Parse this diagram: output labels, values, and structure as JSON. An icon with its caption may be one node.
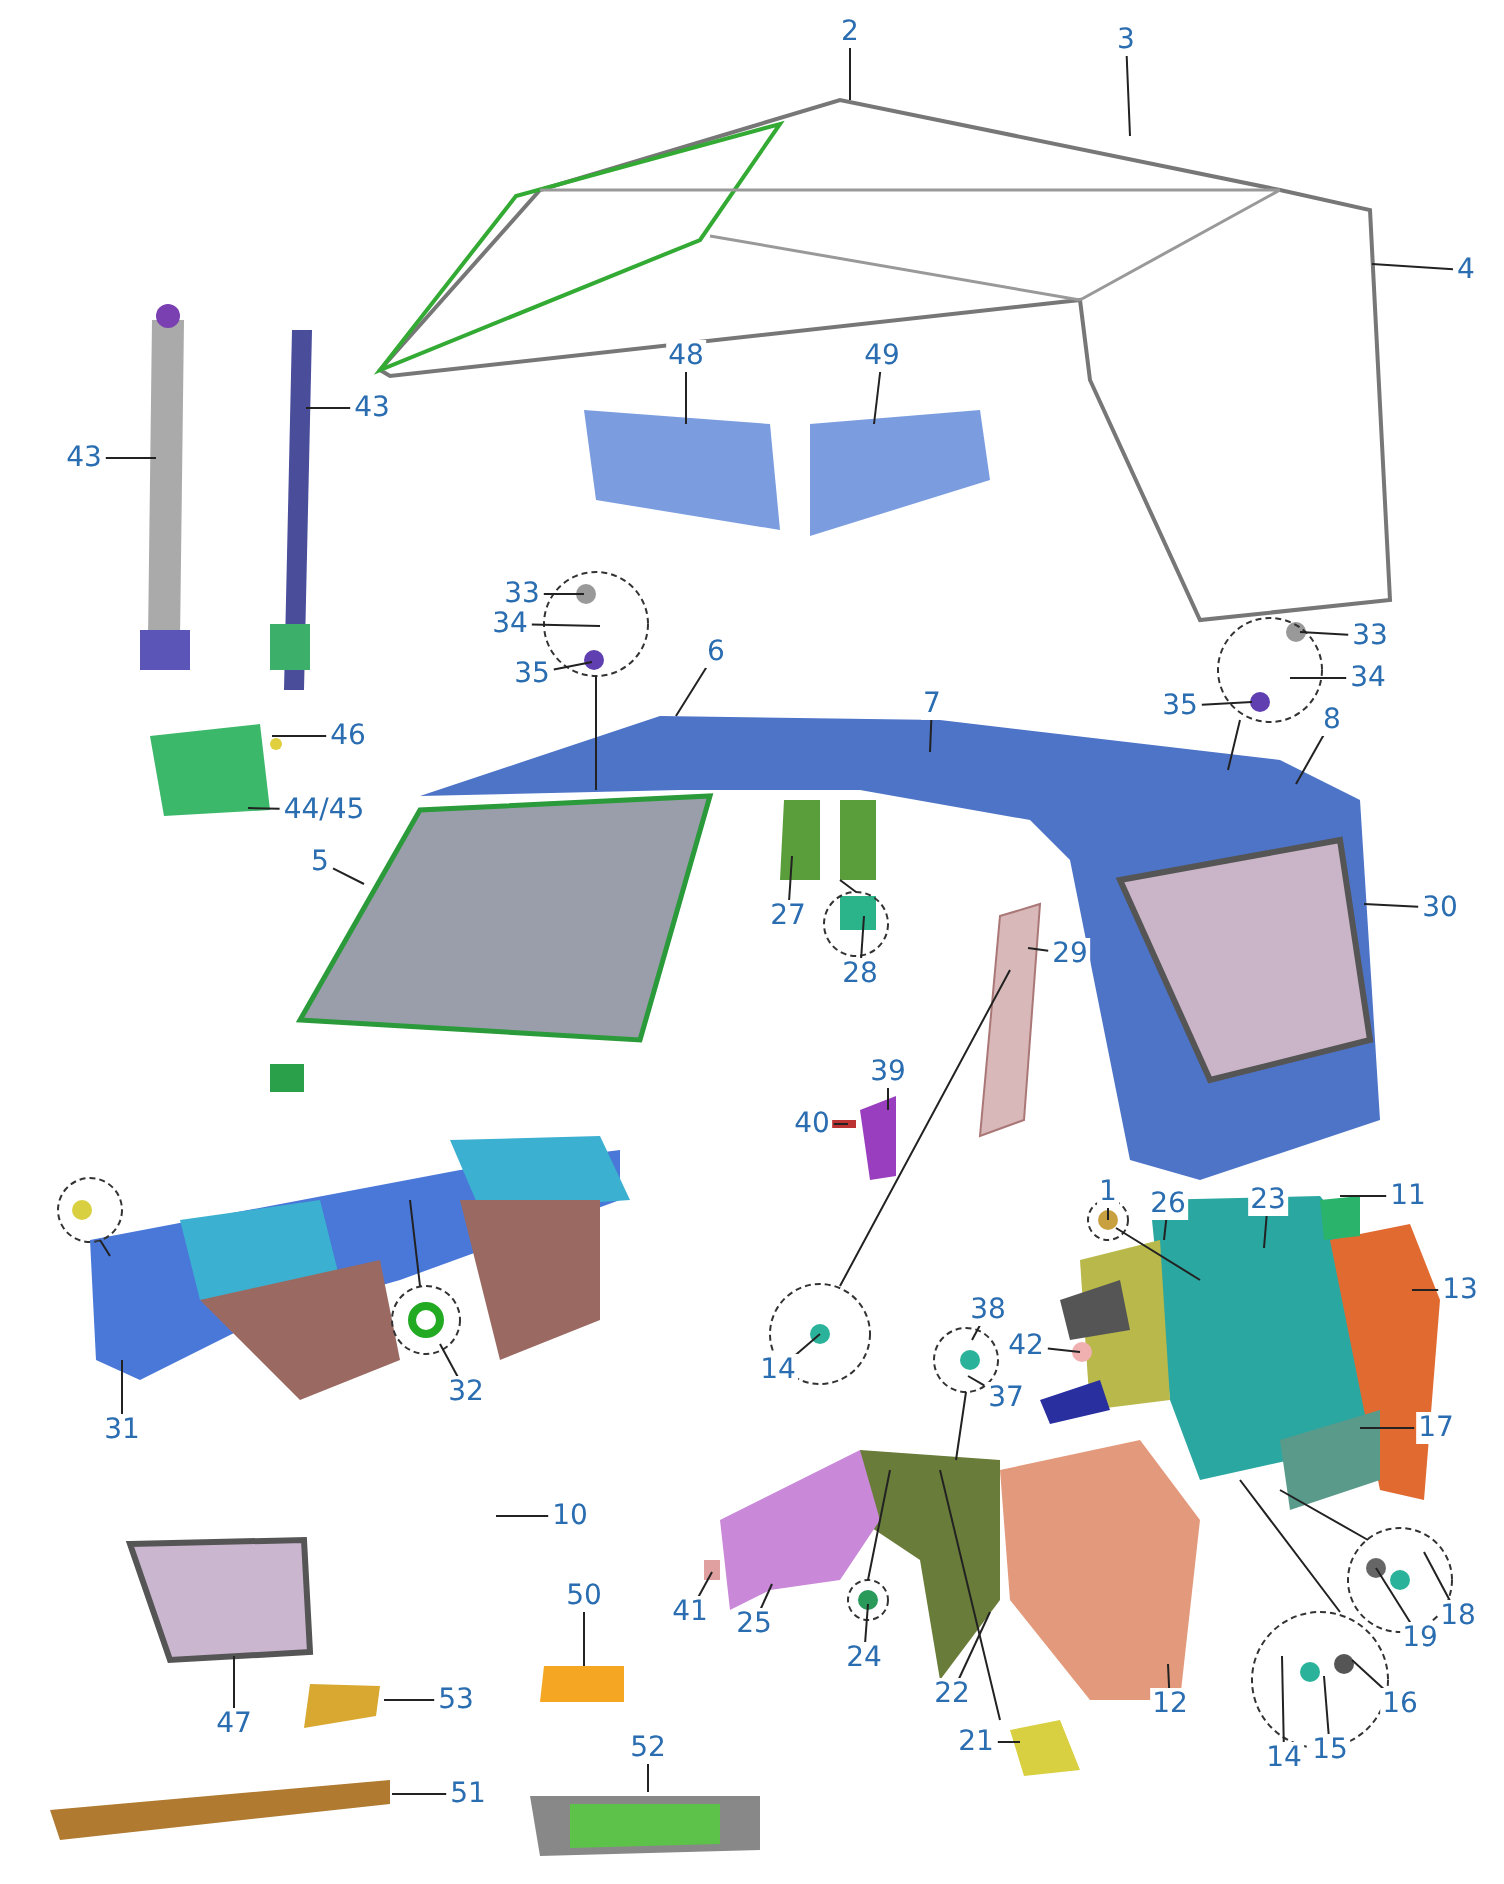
{
  "diagram": {
    "nodes": [
      {
        "text": [
          "2"
        ]
      },
      {
        "text": [
          "3"
        ]
      },
      {
        "text": [
          "4"
        ]
      },
      {
        "text": [
          "48"
        ]
      },
      {
        "text": [
          "49"
        ]
      },
      {
        "text": [
          "43"
        ]
      },
      {
        "text": [
          "43"
        ]
      },
      {
        "text": [
          "33"
        ]
      },
      {
        "text": [
          "34"
        ]
      },
      {
        "text": [
          "35"
        ]
      },
      {
        "text": [
          "6"
        ]
      },
      {
        "text": [
          "7"
        ]
      },
      {
        "text": [
          "33"
        ]
      },
      {
        "text": [
          "34"
        ]
      },
      {
        "text": [
          "35"
        ]
      },
      {
        "text": [
          "8"
        ]
      },
      {
        "text": [
          "46"
        ]
      },
      {
        "text": [
          "44/45"
        ]
      },
      {
        "text": [
          "5"
        ]
      },
      {
        "text": [
          "30"
        ]
      },
      {
        "text": [
          "27"
        ]
      },
      {
        "text": [
          "29"
        ]
      },
      {
        "text": [
          "28"
        ]
      },
      {
        "text": [
          "39"
        ]
      },
      {
        "text": [
          "40"
        ]
      },
      {
        "text": [
          "1"
        ]
      },
      {
        "text": [
          "26"
        ]
      },
      {
        "text": [
          "23"
        ]
      },
      {
        "text": [
          "11"
        ]
      },
      {
        "text": [
          "13"
        ]
      },
      {
        "text": [
          "14"
        ]
      },
      {
        "text": [
          "38"
        ]
      },
      {
        "text": [
          "42"
        ]
      },
      {
        "text": [
          "37"
        ]
      },
      {
        "text": [
          "17"
        ]
      },
      {
        "text": [
          "31"
        ]
      },
      {
        "text": [
          "32"
        ]
      },
      {
        "text": [
          "41"
        ]
      },
      {
        "text": [
          "25"
        ]
      },
      {
        "text": [
          "18"
        ]
      },
      {
        "text": [
          "24"
        ]
      },
      {
        "text": [
          "22"
        ]
      },
      {
        "text": [
          "19"
        ]
      },
      {
        "text": [
          "16"
        ]
      },
      {
        "text": [
          "12"
        ]
      },
      {
        "text": [
          "47"
        ]
      },
      {
        "text": [
          "53"
        ]
      },
      {
        "text": [
          "50"
        ]
      },
      {
        "text": [
          "14"
        ]
      },
      {
        "text": [
          "15"
        ]
      },
      {
        "text": [
          "21"
        ]
      },
      {
        "text": [
          "51"
        ]
      },
      {
        "text": [
          "52"
        ]
      },
      {
        "text": [
          "10"
        ]
      }
    ],
    "edges": [
      {
        "from": 0,
        "to": null,
        "arrow": "none"
      },
      {
        "from": 1,
        "to": null,
        "arrow": "none"
      },
      {
        "from": 2,
        "to": null,
        "arrow": "none"
      },
      {
        "from": 3,
        "to": null,
        "arrow": "none"
      },
      {
        "from": 4,
        "to": null,
        "arrow": "none"
      },
      {
        "from": 5,
        "to": null,
        "arrow": "none"
      },
      {
        "from": 6,
        "to": null,
        "arrow": "none"
      },
      {
        "from": 7,
        "to": null,
        "arrow": "none"
      },
      {
        "from": 8,
        "to": null,
        "arrow": "none"
      },
      {
        "from": 9,
        "to": null,
        "arrow": "none"
      },
      {
        "from": 10,
        "to": null,
        "arrow": "none"
      },
      {
        "from": 11,
        "to": null,
        "arrow": "none"
      },
      {
        "from": 12,
        "to": null,
        "arrow": "none"
      },
      {
        "from": 13,
        "to": null,
        "arrow": "none"
      },
      {
        "from": 14,
        "to": null,
        "arrow": "none"
      },
      {
        "from": 15,
        "to": null,
        "arrow": "none"
      },
      {
        "from": 16,
        "to": null,
        "arrow": "none"
      },
      {
        "from": 17,
        "to": null,
        "arrow": "none"
      },
      {
        "from": 18,
        "to": null,
        "arrow": "none"
      },
      {
        "from": 19,
        "to": null,
        "arrow": "none"
      },
      {
        "from": 20,
        "to": null,
        "arrow": "none"
      },
      {
        "from": 21,
        "to": null,
        "arrow": "none"
      },
      {
        "from": 22,
        "to": null,
        "arrow": "none"
      },
      {
        "from": 23,
        "to": null,
        "arrow": "none"
      },
      {
        "from": 24,
        "to": null,
        "arrow": "none"
      },
      {
        "from": 25,
        "to": null,
        "arrow": "none"
      },
      {
        "from": 26,
        "to": null,
        "arrow": "none"
      },
      {
        "from": 27,
        "to": null,
        "arrow": "none"
      },
      {
        "from": 28,
        "to": null,
        "arrow": "none"
      },
      {
        "from": 29,
        "to": null,
        "arrow": "none"
      },
      {
        "from": 30,
        "to": null,
        "arrow": "none"
      },
      {
        "from": 31,
        "to": null,
        "arrow": "none"
      },
      {
        "from": 32,
        "to": null,
        "arrow": "none"
      },
      {
        "from": 33,
        "to": null,
        "arrow": "none"
      },
      {
        "from": 34,
        "to": null,
        "arrow": "none"
      },
      {
        "from": 35,
        "to": null,
        "arrow": "none"
      },
      {
        "from": 36,
        "to": null,
        "arrow": "none"
      },
      {
        "from": 37,
        "to": null,
        "arrow": "none"
      },
      {
        "from": 38,
        "to": null,
        "arrow": "none"
      },
      {
        "from": 39,
        "to": null,
        "arrow": "none"
      },
      {
        "from": 40,
        "to": null,
        "arrow": "none"
      },
      {
        "from": 41,
        "to": null,
        "arrow": "none"
      },
      {
        "from": 42,
        "to": null,
        "arrow": "none"
      },
      {
        "from": 43,
        "to": null,
        "arrow": "none"
      },
      {
        "from": 44,
        "to": null,
        "arrow": "none"
      },
      {
        "from": 45,
        "to": null,
        "arrow": "none"
      },
      {
        "from": 46,
        "to": null,
        "arrow": "none"
      },
      {
        "from": 47,
        "to": null,
        "arrow": "none"
      },
      {
        "from": 48,
        "to": null,
        "arrow": "none"
      },
      {
        "from": 49,
        "to": null,
        "arrow": "none"
      },
      {
        "from": 50,
        "to": null,
        "arrow": "none"
      },
      {
        "from": 51,
        "to": null,
        "arrow": "none"
      },
      {
        "from": 52,
        "to": null,
        "arrow": "none"
      },
      {
        "from": 53,
        "to": null,
        "arrow": "none"
      }
    ]
  }
}
